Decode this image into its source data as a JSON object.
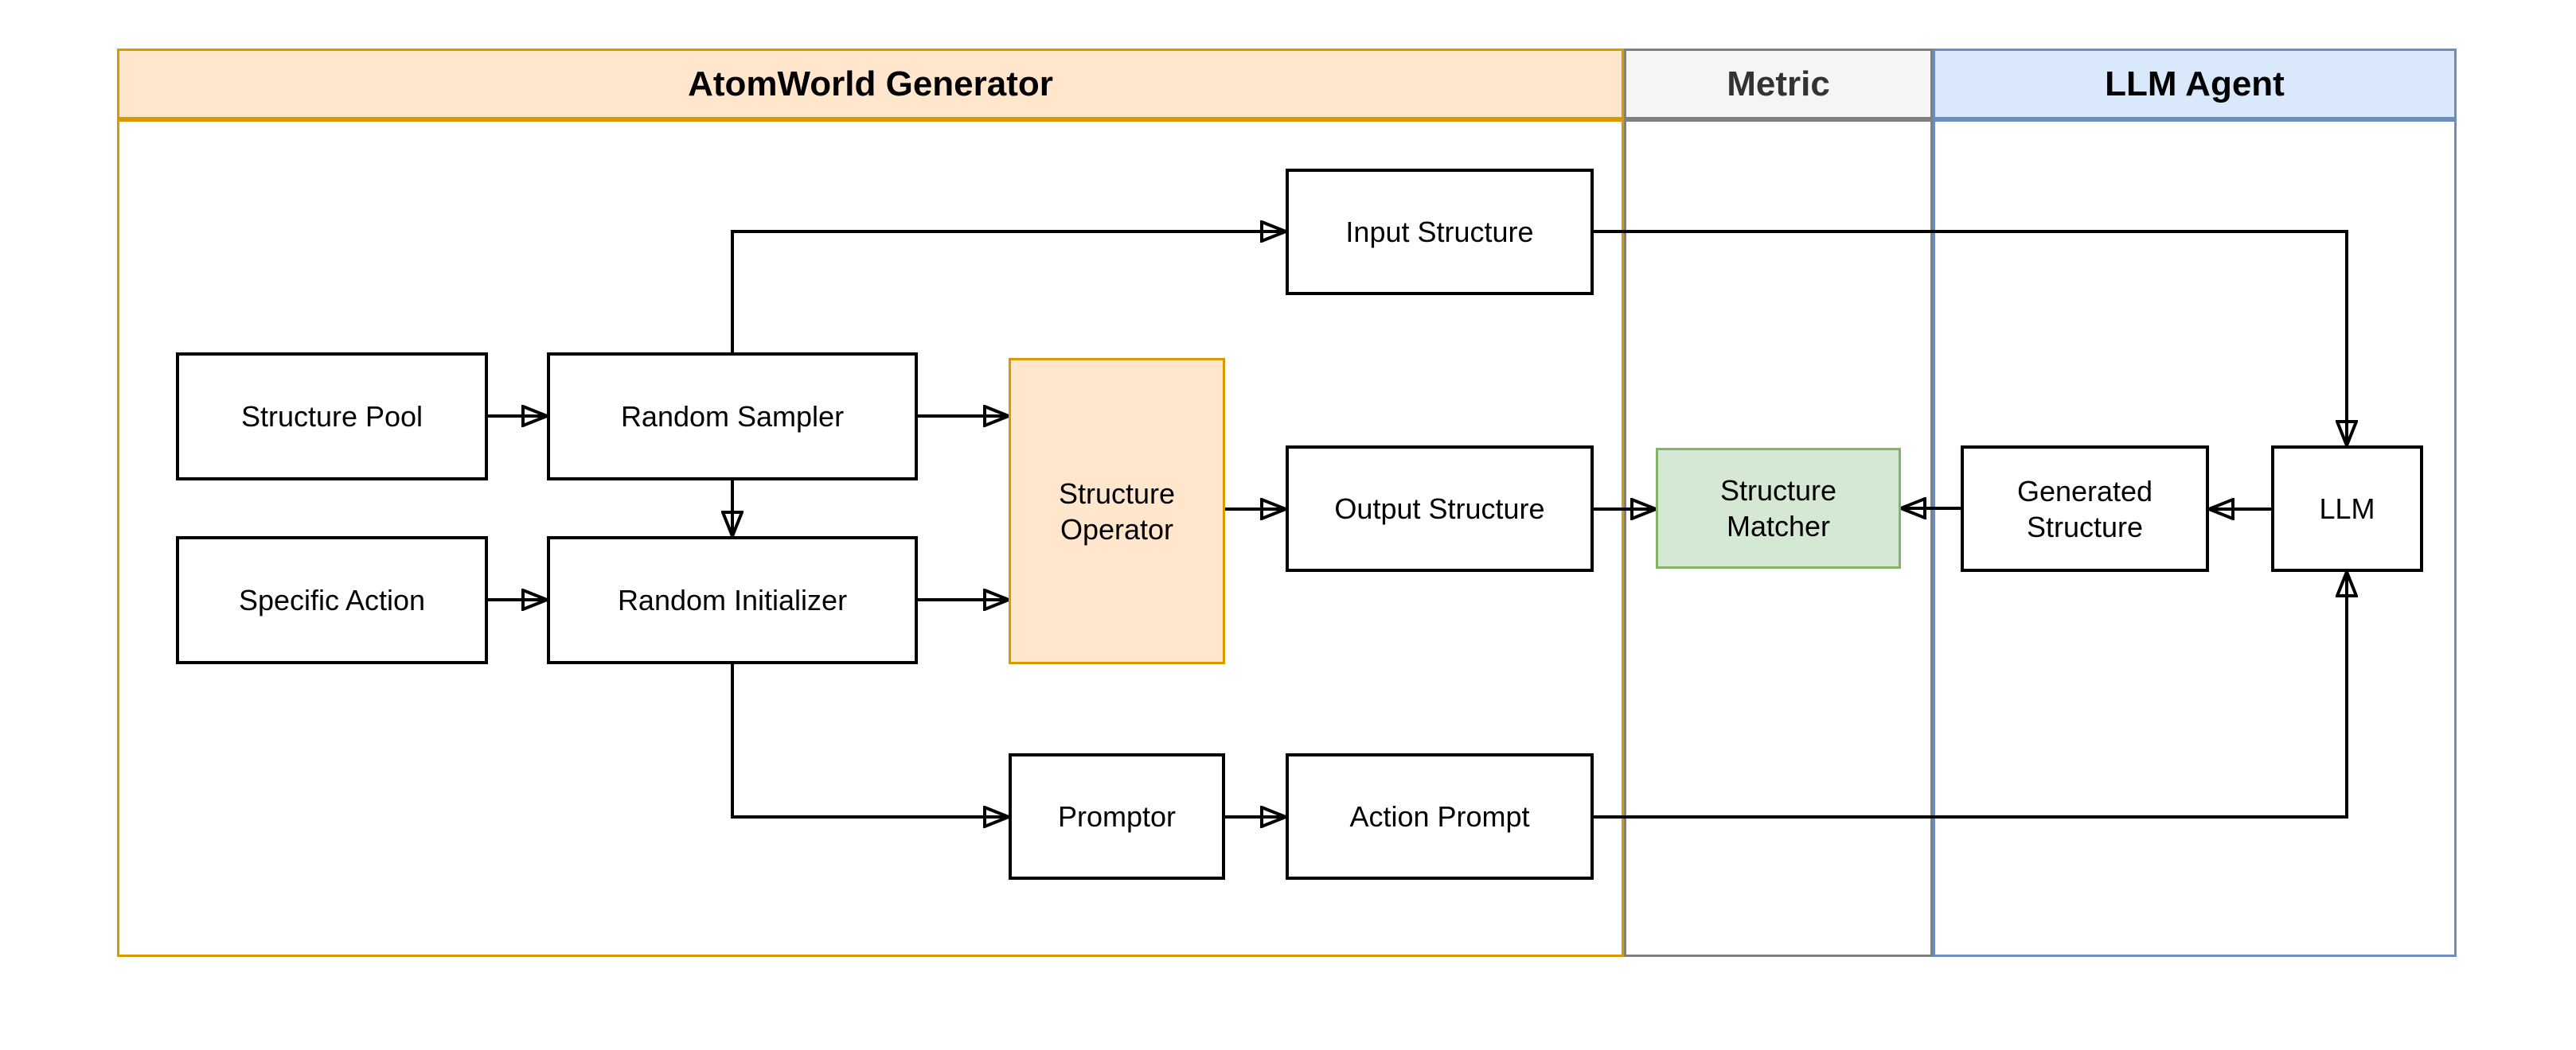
{
  "figure": {
    "type": "flow-diagram",
    "background": "#ffffff"
  },
  "sections": {
    "generator": {
      "label": "AtomWorld Generator",
      "fill": "#ffe6cc",
      "border": "#d79b00",
      "text_color": "#000000"
    },
    "metric": {
      "label": "Metric",
      "fill": "#f5f5f5",
      "border": "#808080",
      "text_color": "#333333"
    },
    "llm_agent": {
      "label": "LLM Agent",
      "fill": "#dae8fc",
      "border": "#6c8ebf",
      "text_color": "#000000"
    }
  },
  "nodes": {
    "structure_pool": {
      "label": "Structure Pool",
      "fill": "#ffffff",
      "border": "#000000",
      "section": "generator"
    },
    "random_sampler": {
      "label": "Random Sampler",
      "fill": "#ffffff",
      "border": "#000000",
      "section": "generator"
    },
    "specific_action": {
      "label": "Specific Action",
      "fill": "#ffffff",
      "border": "#000000",
      "section": "generator"
    },
    "random_initializer": {
      "label": "Random Initializer",
      "fill": "#ffffff",
      "border": "#000000",
      "section": "generator"
    },
    "structure_operator": {
      "label": "Structure Operator",
      "fill": "#ffe6cc",
      "border": "#d79b00",
      "section": "generator"
    },
    "input_structure": {
      "label": "Input Structure",
      "fill": "#ffffff",
      "border": "#000000",
      "section": "generator"
    },
    "output_structure": {
      "label": "Output Structure",
      "fill": "#ffffff",
      "border": "#000000",
      "section": "generator"
    },
    "promptor": {
      "label": "Promptor",
      "fill": "#ffffff",
      "border": "#000000",
      "section": "generator"
    },
    "action_prompt": {
      "label": "Action Prompt",
      "fill": "#ffffff",
      "border": "#000000",
      "section": "generator"
    },
    "structure_matcher": {
      "label": "Structure Matcher",
      "fill": "#d5e8d4",
      "border": "#82b366",
      "section": "metric"
    },
    "generated_structure": {
      "label": "Generated Structure",
      "fill": "#ffffff",
      "border": "#000000",
      "section": "llm_agent"
    },
    "llm": {
      "label": "LLM",
      "fill": "#ffffff",
      "border": "#000000",
      "section": "llm_agent"
    }
  },
  "edges": [
    {
      "from": "structure_pool",
      "to": "random_sampler"
    },
    {
      "from": "random_sampler",
      "to": "structure_operator"
    },
    {
      "from": "random_sampler",
      "to": "random_initializer"
    },
    {
      "from": "specific_action",
      "to": "random_initializer"
    },
    {
      "from": "random_initializer",
      "to": "structure_operator"
    },
    {
      "from": "random_sampler",
      "to": "input_structure"
    },
    {
      "from": "random_initializer",
      "to": "promptor"
    },
    {
      "from": "structure_operator",
      "to": "output_structure"
    },
    {
      "from": "output_structure",
      "to": "structure_matcher"
    },
    {
      "from": "generated_structure",
      "to": "structure_matcher"
    },
    {
      "from": "llm",
      "to": "generated_structure"
    },
    {
      "from": "input_structure",
      "to": "llm"
    },
    {
      "from": "action_prompt",
      "to": "llm"
    },
    {
      "from": "promptor",
      "to": "action_prompt"
    }
  ]
}
